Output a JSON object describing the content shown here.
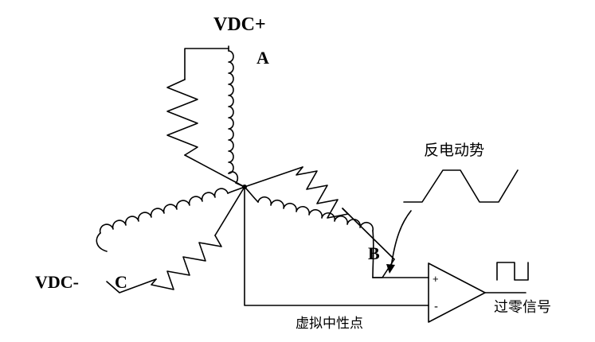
{
  "terminals": {
    "vdc_plus": "VDC+",
    "vdc_minus": "VDC-"
  },
  "phases": {
    "a": "A",
    "b": "B",
    "c": "C"
  },
  "comparator": {
    "plus": "+",
    "minus": "-"
  },
  "labels": {
    "back_emf": "反电动势",
    "virtual_neutral": "虚拟中性点",
    "zero_cross": "过零信号"
  }
}
